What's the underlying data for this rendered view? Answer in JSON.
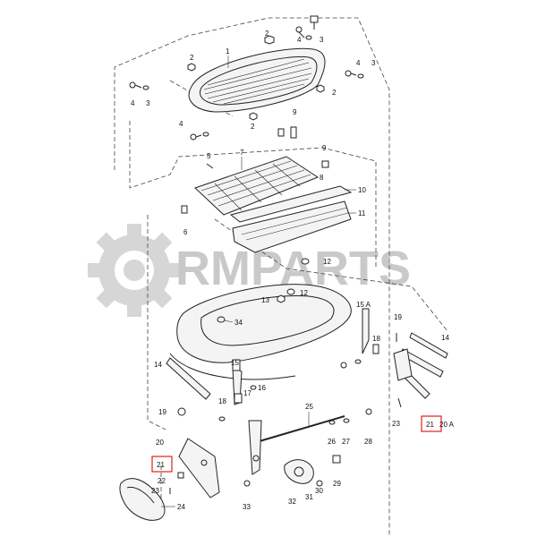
{
  "watermark": {
    "text": "RMPARTS"
  },
  "colors": {
    "highlight": "#e02020",
    "watermark": "#c9c9c9",
    "line": "#222222"
  },
  "callouts": {
    "c1": "1",
    "c2a": "2",
    "c2b": "2",
    "c2c": "2",
    "c2d": "2",
    "c3a": "3",
    "c3b": "3",
    "c3c": "3",
    "c4a": "4",
    "c4b": "4",
    "c4c": "4",
    "c4d": "4",
    "c5": "5",
    "c6": "6",
    "c7": "7",
    "c8": "8",
    "c9a": "9",
    "c9b": "9",
    "c10": "10",
    "c11": "11",
    "c12a": "12",
    "c12b": "12",
    "c13": "13",
    "c14a": "14",
    "c14b": "14",
    "c15": "15",
    "c15a": "15 A",
    "c16": "16",
    "c17": "17",
    "c18a": "18",
    "c18b": "18",
    "c19a": "19",
    "c19b": "19",
    "c20": "20",
    "c20a": "20 A",
    "c21a": "21",
    "c21b": "21",
    "c22": "22",
    "c23a": "23",
    "c23b": "23",
    "c24": "24",
    "c25": "25",
    "c26": "26",
    "c27": "27",
    "c28": "28",
    "c29": "29",
    "c30": "30",
    "c31": "31",
    "c32": "32",
    "c33": "33",
    "c34": "34"
  }
}
